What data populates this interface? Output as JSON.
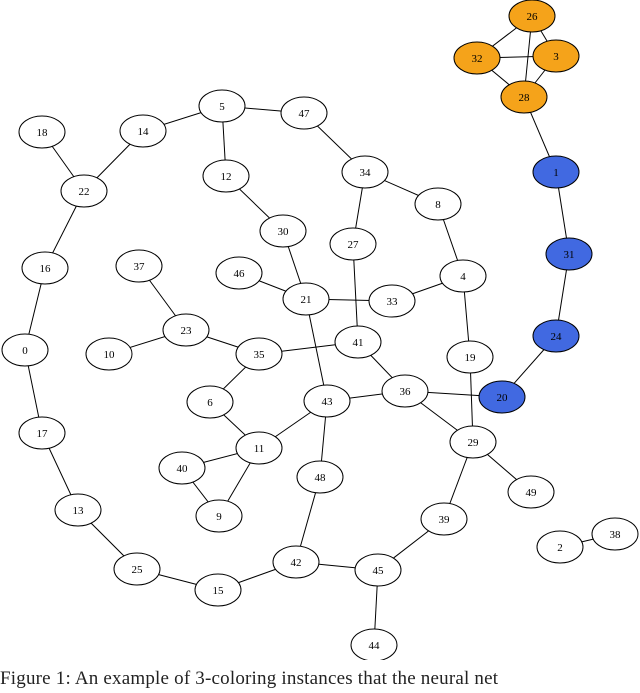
{
  "figure": {
    "caption": "Figure 1: An example of 3-coloring instances that the neural net"
  },
  "colors": {
    "default_fill": "#ffffff",
    "orange": "#f5a31a",
    "blue": "#4169e1",
    "stroke": "#000000"
  },
  "graph": {
    "nodes": [
      {
        "id": "0",
        "color": "default_fill"
      },
      {
        "id": "1",
        "color": "blue"
      },
      {
        "id": "2",
        "color": "default_fill"
      },
      {
        "id": "3",
        "color": "orange"
      },
      {
        "id": "4",
        "color": "default_fill"
      },
      {
        "id": "5",
        "color": "default_fill"
      },
      {
        "id": "6",
        "color": "default_fill"
      },
      {
        "id": "8",
        "color": "default_fill"
      },
      {
        "id": "9",
        "color": "default_fill"
      },
      {
        "id": "10",
        "color": "default_fill"
      },
      {
        "id": "11",
        "color": "default_fill"
      },
      {
        "id": "12",
        "color": "default_fill"
      },
      {
        "id": "13",
        "color": "default_fill"
      },
      {
        "id": "14",
        "color": "default_fill"
      },
      {
        "id": "15",
        "color": "default_fill"
      },
      {
        "id": "16",
        "color": "default_fill"
      },
      {
        "id": "17",
        "color": "default_fill"
      },
      {
        "id": "18",
        "color": "default_fill"
      },
      {
        "id": "19",
        "color": "default_fill"
      },
      {
        "id": "20",
        "color": "blue"
      },
      {
        "id": "21",
        "color": "default_fill"
      },
      {
        "id": "22",
        "color": "default_fill"
      },
      {
        "id": "23",
        "color": "default_fill"
      },
      {
        "id": "24",
        "color": "blue"
      },
      {
        "id": "25",
        "color": "default_fill"
      },
      {
        "id": "26",
        "color": "orange"
      },
      {
        "id": "27",
        "color": "default_fill"
      },
      {
        "id": "28",
        "color": "orange"
      },
      {
        "id": "29",
        "color": "default_fill"
      },
      {
        "id": "30",
        "color": "default_fill"
      },
      {
        "id": "31",
        "color": "blue"
      },
      {
        "id": "32",
        "color": "orange"
      },
      {
        "id": "33",
        "color": "default_fill"
      },
      {
        "id": "34",
        "color": "default_fill"
      },
      {
        "id": "35",
        "color": "default_fill"
      },
      {
        "id": "36",
        "color": "default_fill"
      },
      {
        "id": "37",
        "color": "default_fill"
      },
      {
        "id": "38",
        "color": "default_fill"
      },
      {
        "id": "39",
        "color": "default_fill"
      },
      {
        "id": "40",
        "color": "default_fill"
      },
      {
        "id": "41",
        "color": "default_fill"
      },
      {
        "id": "42",
        "color": "default_fill"
      },
      {
        "id": "43",
        "color": "default_fill"
      },
      {
        "id": "44",
        "color": "default_fill"
      },
      {
        "id": "45",
        "color": "default_fill"
      },
      {
        "id": "46",
        "color": "default_fill"
      },
      {
        "id": "47",
        "color": "default_fill"
      },
      {
        "id": "48",
        "color": "default_fill"
      },
      {
        "id": "49",
        "color": "default_fill"
      }
    ],
    "edges": [
      [
        "26",
        "32"
      ],
      [
        "26",
        "3"
      ],
      [
        "26",
        "28"
      ],
      [
        "32",
        "3"
      ],
      [
        "32",
        "28"
      ],
      [
        "3",
        "28"
      ],
      [
        "28",
        "1"
      ],
      [
        "1",
        "31"
      ],
      [
        "31",
        "24"
      ],
      [
        "24",
        "20"
      ],
      [
        "20",
        "36"
      ],
      [
        "5",
        "14"
      ],
      [
        "5",
        "47"
      ],
      [
        "5",
        "12"
      ],
      [
        "14",
        "22"
      ],
      [
        "18",
        "22"
      ],
      [
        "22",
        "16"
      ],
      [
        "16",
        "0"
      ],
      [
        "0",
        "17"
      ],
      [
        "17",
        "13"
      ],
      [
        "13",
        "25"
      ],
      [
        "25",
        "15"
      ],
      [
        "15",
        "42"
      ],
      [
        "42",
        "45"
      ],
      [
        "42",
        "48"
      ],
      [
        "45",
        "44"
      ],
      [
        "45",
        "39"
      ],
      [
        "39",
        "29"
      ],
      [
        "29",
        "49"
      ],
      [
        "29",
        "36"
      ],
      [
        "29",
        "19"
      ],
      [
        "19",
        "4"
      ],
      [
        "4",
        "33"
      ],
      [
        "4",
        "8"
      ],
      [
        "8",
        "34"
      ],
      [
        "34",
        "47"
      ],
      [
        "34",
        "27"
      ],
      [
        "27",
        "41"
      ],
      [
        "41",
        "35"
      ],
      [
        "41",
        "36"
      ],
      [
        "33",
        "21"
      ],
      [
        "21",
        "46"
      ],
      [
        "21",
        "30"
      ],
      [
        "30",
        "12"
      ],
      [
        "21",
        "43"
      ],
      [
        "43",
        "36"
      ],
      [
        "43",
        "11"
      ],
      [
        "43",
        "48"
      ],
      [
        "11",
        "6"
      ],
      [
        "11",
        "40"
      ],
      [
        "11",
        "9"
      ],
      [
        "40",
        "9"
      ],
      [
        "6",
        "35"
      ],
      [
        "35",
        "23"
      ],
      [
        "23",
        "37"
      ],
      [
        "23",
        "10"
      ],
      [
        "2",
        "38"
      ]
    ]
  }
}
